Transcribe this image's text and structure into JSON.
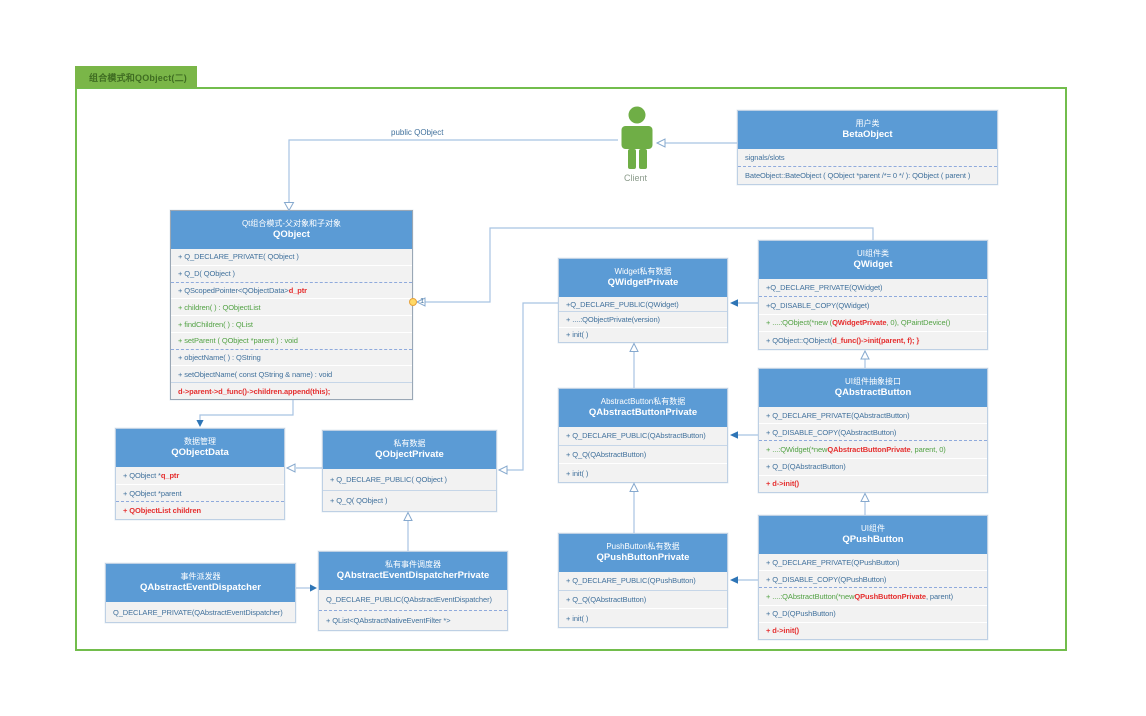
{
  "tab": {
    "title": "组合模式和QObject(二)"
  },
  "actor": {
    "label": "Client"
  },
  "wire_labels": {
    "inheritance": "public QObject",
    "multiplicity": "1"
  },
  "colors": {
    "header_blue": "#5b9bd5",
    "body_gray": "#f2f2f2",
    "border_green": "#72bd4c",
    "tab_green": "#7ab648",
    "text_blue": "#41719c",
    "text_green": "#53a245",
    "text_red": "#e53030",
    "connector": "#a8c3e2",
    "actor_green": "#6fae46",
    "anchor_yellow": "#ffd966"
  },
  "classes": [
    {
      "id": "betaobject",
      "stereotype": "用户类",
      "name": "BetaObject",
      "rows": [
        {
          "sep": "dashed",
          "segments": [
            {
              "t": "signals/slots",
              "c": "b"
            }
          ]
        },
        {
          "sep": "none",
          "segments": [
            {
              "t": "BateObject::BateObject ( QObject *parent /*= 0 */ ): QObject ( parent )",
              "c": "b"
            }
          ]
        }
      ]
    },
    {
      "id": "qobject",
      "stereotype": "Qt组合模式-父对象和子对象",
      "name": "QObject",
      "rows": [
        {
          "sep": "solid",
          "segments": [
            {
              "t": "+ Q_DECLARE_PRIVATE( QObject )",
              "c": "b"
            }
          ]
        },
        {
          "sep": "dashed",
          "segments": [
            {
              "t": "+ Q_D( QObject )",
              "c": "b"
            }
          ]
        },
        {
          "sep": "solid",
          "segments": [
            {
              "t": "+ QScopedPointer<QObjectData> ",
              "c": "b"
            },
            {
              "t": "d_ptr",
              "c": "r"
            }
          ]
        },
        {
          "sep": "solid",
          "segments": [
            {
              "t": "+ children( ) : QObjectList",
              "c": "g"
            }
          ]
        },
        {
          "sep": "solid",
          "segments": [
            {
              "t": "+ findChildren( ) : QList",
              "c": "g"
            }
          ]
        },
        {
          "sep": "dashed",
          "segments": [
            {
              "t": "+ setParent ( QObject *parent ) : void",
              "c": "g"
            }
          ]
        },
        {
          "sep": "solid",
          "segments": [
            {
              "t": "+ objectName( ) : QString",
              "c": "b"
            }
          ]
        },
        {
          "sep": "strong",
          "segments": [
            {
              "t": "+ setObjectName( const QString & name) : void",
              "c": "b"
            }
          ]
        },
        {
          "sep": "none",
          "segments": [
            {
              "t": "d->parent->d_func()->children.append(this);",
              "c": "r"
            }
          ]
        }
      ]
    },
    {
      "id": "qwidgetprivate",
      "stereotype": "Widget私有数据",
      "name": "QWidgetPrivate",
      "rows": [
        {
          "sep": "strong",
          "segments": [
            {
              "t": "+Q_DECLARE_PUBLIC(QWidget)",
              "c": "b"
            }
          ]
        },
        {
          "sep": "solid",
          "segments": [
            {
              "t": "+ ....:QObjectPrivate(version)",
              "c": "b"
            }
          ]
        },
        {
          "sep": "none",
          "segments": [
            {
              "t": "+ init( )",
              "c": "b"
            }
          ]
        }
      ]
    },
    {
      "id": "qwidget",
      "stereotype": "UI组件类",
      "name": "QWidget",
      "rows": [
        {
          "sep": "dashed",
          "segments": [
            {
              "t": "+Q_DECLARE_PRIVATE(QWidget)",
              "c": "b"
            }
          ]
        },
        {
          "sep": "solid",
          "segments": [
            {
              "t": "+Q_DISABLE_COPY(QWidget)",
              "c": "b"
            }
          ]
        },
        {
          "sep": "solid",
          "segments": [
            {
              "t": "+ ....:QObject(*new (",
              "c": "g"
            },
            {
              "t": "QWidgetPrivate",
              "c": "r"
            },
            {
              "t": ", 0), QPaintDevice()",
              "c": "g"
            }
          ]
        },
        {
          "sep": "none",
          "segments": [
            {
              "t": "+ QObject::QObject( ",
              "c": "b"
            },
            {
              "t": "d_func()->init(parent, f); }",
              "c": "r"
            }
          ]
        }
      ]
    },
    {
      "id": "qabstractbuttonprivate",
      "stereotype": "AbstractButton私有数据",
      "name": "QAbstractButtonPrivate",
      "rows": [
        {
          "sep": "strong",
          "segments": [
            {
              "t": "+ Q_DECLARE_PUBLIC(QAbstractButton)",
              "c": "b"
            }
          ]
        },
        {
          "sep": "solid",
          "segments": [
            {
              "t": "+ Q_Q(QAbstractButton)",
              "c": "b"
            }
          ]
        },
        {
          "sep": "none",
          "segments": [
            {
              "t": "+ init( )",
              "c": "b"
            }
          ]
        }
      ]
    },
    {
      "id": "qabstractbutton",
      "stereotype": "UI组件抽象接口",
      "name": "QAbstractButton",
      "rows": [
        {
          "sep": "solid",
          "segments": [
            {
              "t": "+ Q_DECLARE_PRIVATE(QAbstractButton)",
              "c": "b"
            }
          ]
        },
        {
          "sep": "dashed",
          "segments": [
            {
              "t": "+ Q_DISABLE_COPY(QAbstractButton)",
              "c": "b"
            }
          ]
        },
        {
          "sep": "solid",
          "segments": [
            {
              "t": "+ ...:QWidget(*new ",
              "c": "g"
            },
            {
              "t": "QAbstractButtonPrivate",
              "c": "r"
            },
            {
              "t": ", parent, 0)",
              "c": "g"
            }
          ]
        },
        {
          "sep": "solid",
          "segments": [
            {
              "t": "+ Q_D(QAbstractButton)",
              "c": "b"
            }
          ]
        },
        {
          "sep": "none",
          "segments": [
            {
              "t": "+ d->init()",
              "c": "r"
            }
          ]
        }
      ]
    },
    {
      "id": "qobjectdata",
      "stereotype": "数据管理",
      "name": "QObjectData",
      "rows": [
        {
          "sep": "solid",
          "segments": [
            {
              "t": "+ QObject *",
              "c": "b"
            },
            {
              "t": "q_ptr",
              "c": "r"
            }
          ]
        },
        {
          "sep": "dashed",
          "segments": [
            {
              "t": "+ QObject *parent",
              "c": "b"
            }
          ]
        },
        {
          "sep": "none",
          "segments": [
            {
              "t": "+ QObjectList children",
              "c": "r"
            }
          ]
        }
      ]
    },
    {
      "id": "qobjectprivate",
      "stereotype": "私有数据",
      "name": "QObjectPrivate",
      "rows": [
        {
          "sep": "strong",
          "segments": [
            {
              "t": "+ Q_DECLARE_PUBLIC( QObject )",
              "c": "b"
            }
          ]
        },
        {
          "sep": "none",
          "segments": [
            {
              "t": "+ Q_Q( QObject )",
              "c": "b"
            }
          ]
        }
      ]
    },
    {
      "id": "qpushbuttonprivate",
      "stereotype": "PushButton私有数据",
      "name": "QPushButtonPrivate",
      "rows": [
        {
          "sep": "strong",
          "segments": [
            {
              "t": "+ Q_DECLARE_PUBLIC(QPushButton)",
              "c": "b"
            }
          ]
        },
        {
          "sep": "solid",
          "segments": [
            {
              "t": "+ Q_Q(QAbstractButton)",
              "c": "b"
            }
          ]
        },
        {
          "sep": "none",
          "segments": [
            {
              "t": "+ init( )",
              "c": "b"
            }
          ]
        }
      ]
    },
    {
      "id": "qpushbutton",
      "stereotype": "UI组件",
      "name": "QPushButton",
      "rows": [
        {
          "sep": "solid",
          "segments": [
            {
              "t": "+ Q_DECLARE_PRIVATE(QPushButton)",
              "c": "b"
            }
          ]
        },
        {
          "sep": "dashed",
          "segments": [
            {
              "t": "+ Q_DISABLE_COPY(QPushButton)",
              "c": "b"
            }
          ]
        },
        {
          "sep": "solid",
          "segments": [
            {
              "t": "+ ....:QAbstractButton(*new ",
              "c": "g"
            },
            {
              "t": "QPushButtonPrivate",
              "c": "r"
            },
            {
              "t": ", parent)",
              "c": "b"
            }
          ]
        },
        {
          "sep": "solid",
          "segments": [
            {
              "t": "+ Q_D(QPushButton)",
              "c": "b"
            }
          ]
        },
        {
          "sep": "none",
          "segments": [
            {
              "t": "+ d->init()",
              "c": "r"
            }
          ]
        }
      ]
    },
    {
      "id": "qabstracteventdispatcher",
      "stereotype": "事件派发器",
      "name": "QAbstractEventDispatcher",
      "rows": [
        {
          "sep": "none",
          "segments": [
            {
              "t": "Q_DECLARE_PRIVATE(QAbstractEventDispatcher)",
              "c": "b"
            }
          ]
        }
      ]
    },
    {
      "id": "qabstracteventdispatcherprivate",
      "stereotype": "私有事件调度器",
      "name": "QAbstractEventDispatcherPrivate",
      "rows": [
        {
          "sep": "dashed",
          "segments": [
            {
              "t": "Q_DECLARE_PUBLIC(QAbstractEventDispatcher)",
              "c": "b"
            }
          ]
        },
        {
          "sep": "none",
          "segments": [
            {
              "t": "+ QList<QAbstractNativeEventFilter *>",
              "c": "b"
            }
          ]
        }
      ]
    }
  ]
}
